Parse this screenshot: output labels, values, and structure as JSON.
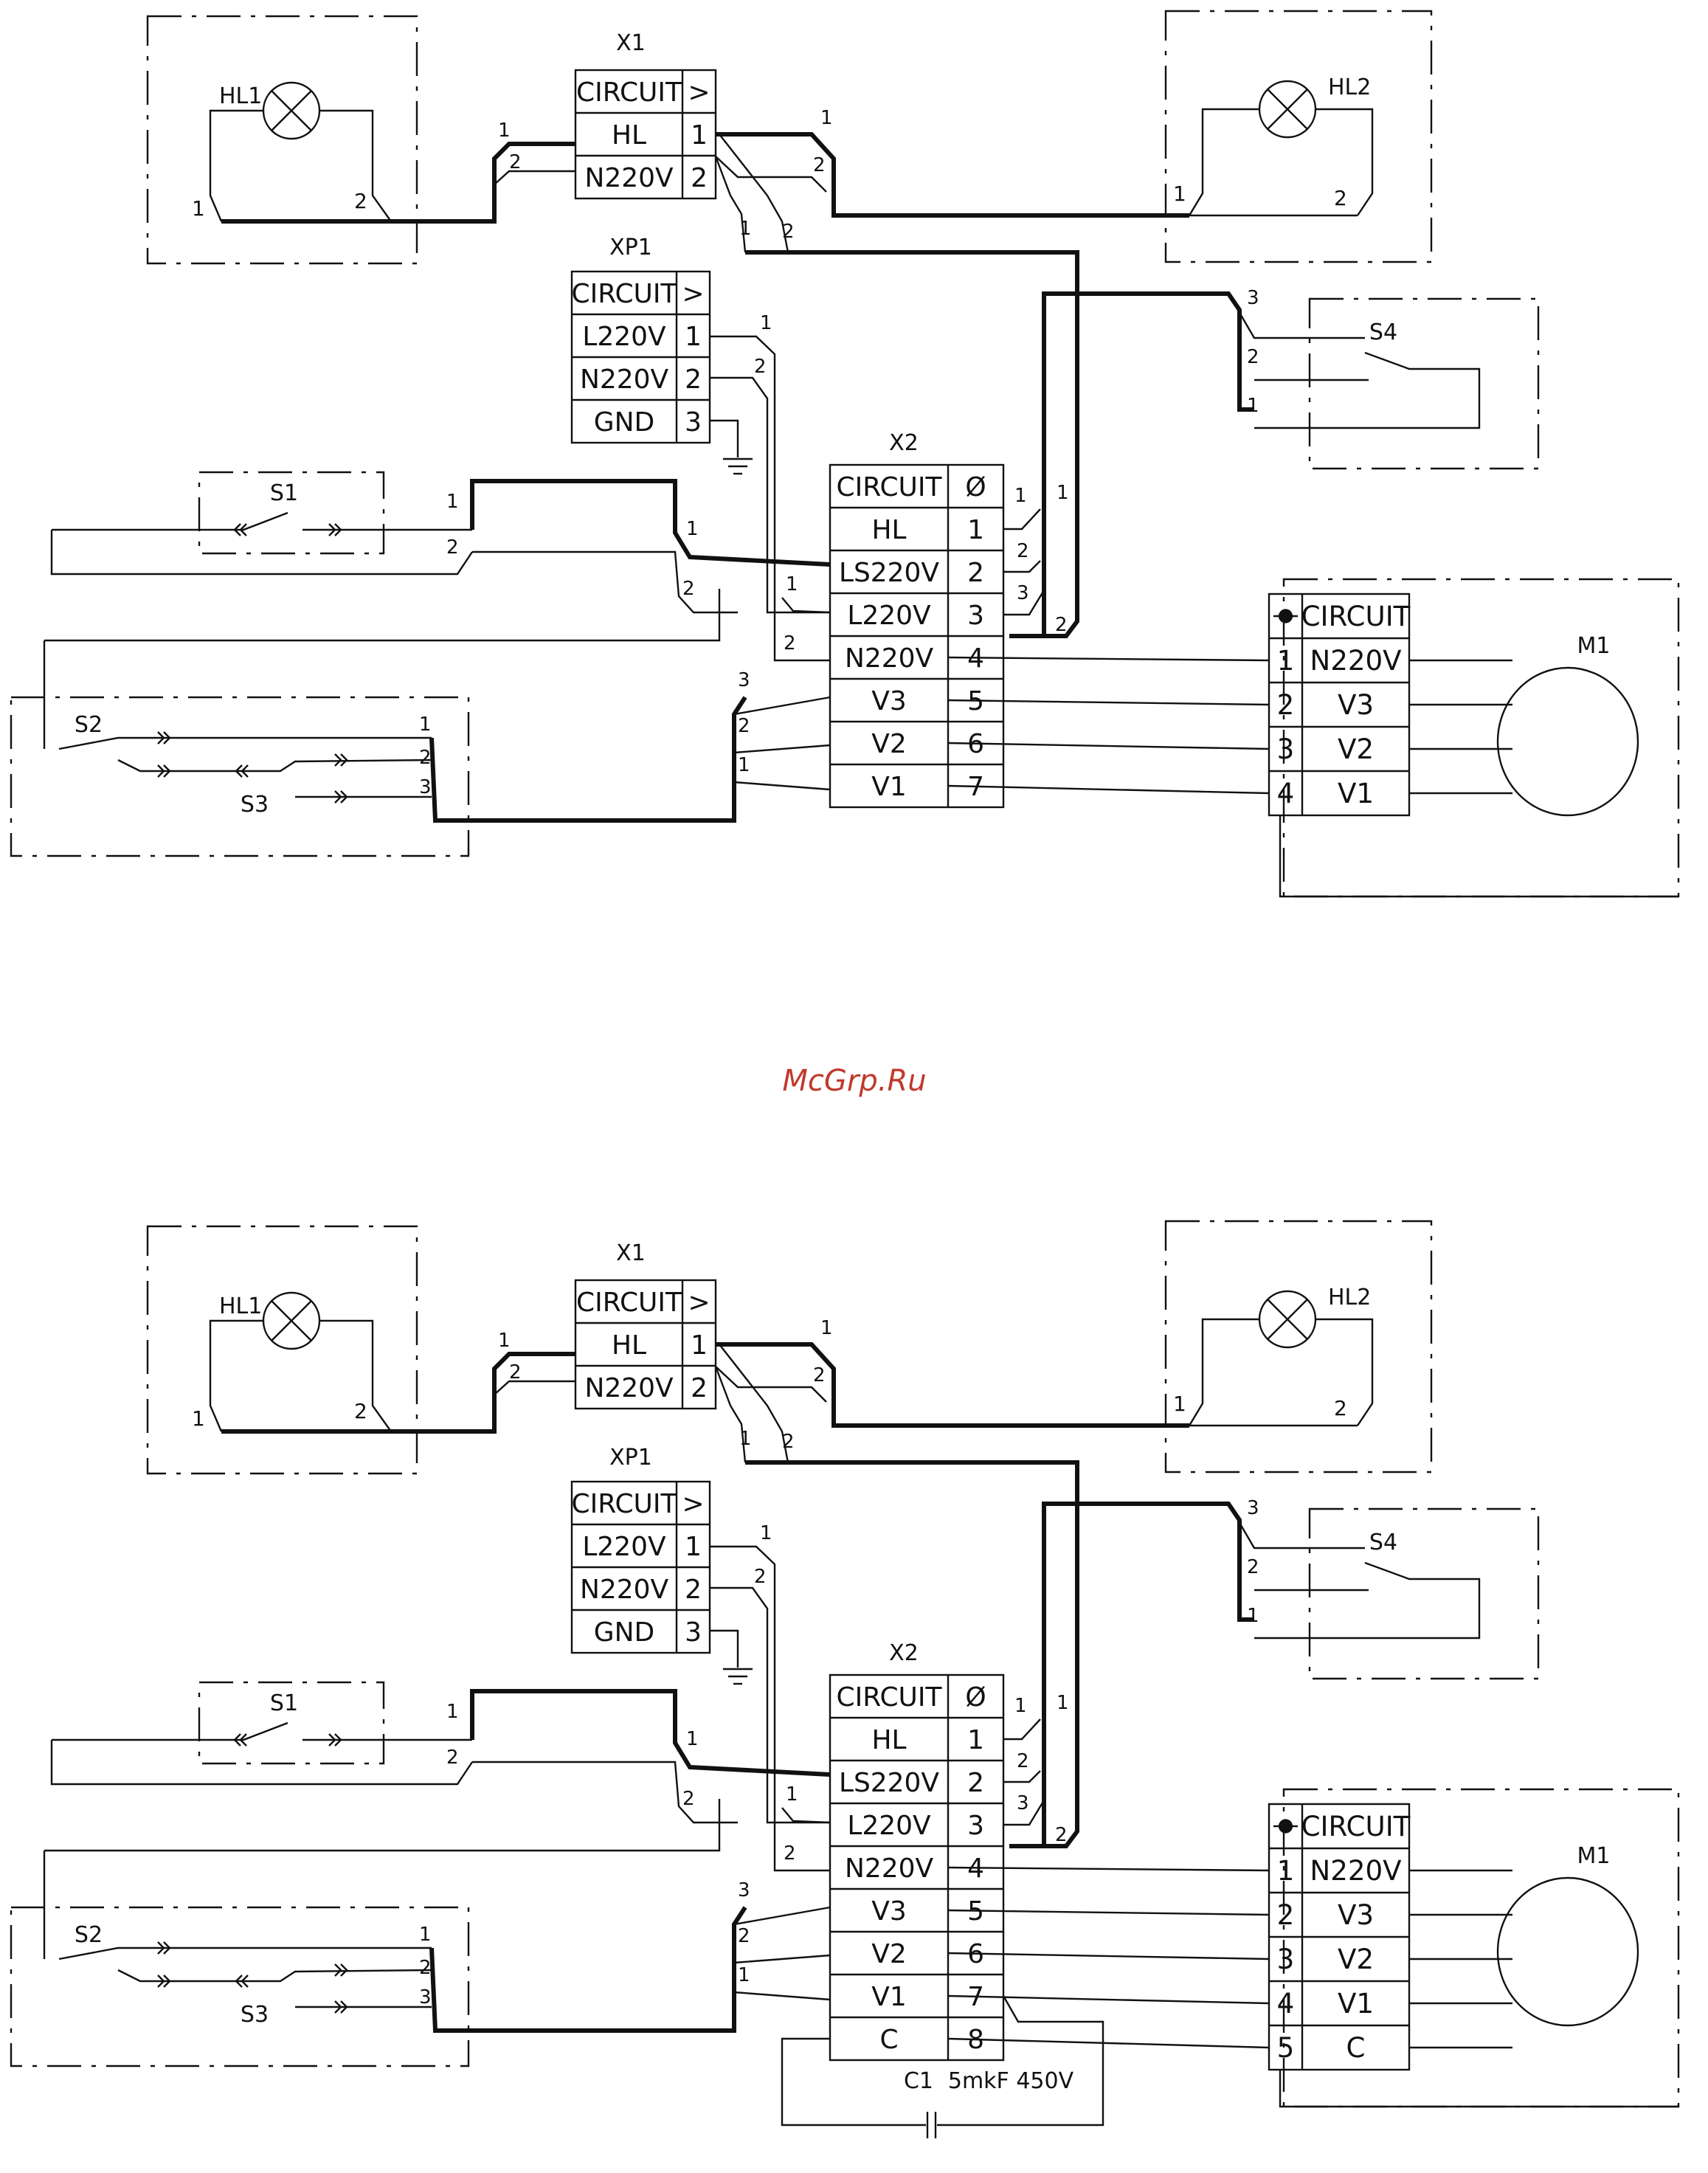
{
  "watermark": "McGrp.Ru",
  "diagram_top": {
    "x1": {
      "name": "X1",
      "header": "CIRCUIT",
      "header_sym": ">",
      "rows": [
        {
          "label": "HL",
          "pin": "1"
        },
        {
          "label": "N220V",
          "pin": "2"
        }
      ]
    },
    "xp1": {
      "name": "XP1",
      "header": "CIRCUIT",
      "header_sym": ">",
      "rows": [
        {
          "label": "L220V",
          "pin": "1"
        },
        {
          "label": "N220V",
          "pin": "2"
        },
        {
          "label": "GND",
          "pin": "3"
        }
      ]
    },
    "x2": {
      "name": "X2",
      "header": "CIRCUIT",
      "header_sym": "Ø",
      "rows": [
        {
          "label": "HL",
          "pin": "1"
        },
        {
          "label": "LS220V",
          "pin": "2"
        },
        {
          "label": "L220V",
          "pin": "3"
        },
        {
          "label": "N220V",
          "pin": "4"
        },
        {
          "label": "V3",
          "pin": "5"
        },
        {
          "label": "V2",
          "pin": "6"
        },
        {
          "label": "V1",
          "pin": "7"
        }
      ]
    },
    "motor": {
      "name": "M1",
      "header": "CIRCUIT",
      "rows": [
        {
          "label": "N220V",
          "pin": "1"
        },
        {
          "label": "V3",
          "pin": "2"
        },
        {
          "label": "V2",
          "pin": "3"
        },
        {
          "label": "V1",
          "pin": "4"
        }
      ]
    },
    "hl1": "HL1",
    "hl2": "HL2",
    "s1": "S1",
    "s2": "S2",
    "s3": "S3",
    "s4": "S4",
    "n1": "1",
    "n2": "2",
    "n3": "3"
  },
  "diagram_bottom": {
    "x1": {
      "name": "X1",
      "header": "CIRCUIT",
      "header_sym": ">",
      "rows": [
        {
          "label": "HL",
          "pin": "1"
        },
        {
          "label": "N220V",
          "pin": "2"
        }
      ]
    },
    "xp1": {
      "name": "XP1",
      "header": "CIRCUIT",
      "header_sym": ">",
      "rows": [
        {
          "label": "L220V",
          "pin": "1"
        },
        {
          "label": "N220V",
          "pin": "2"
        },
        {
          "label": "GND",
          "pin": "3"
        }
      ]
    },
    "x2": {
      "name": "X2",
      "header": "CIRCUIT",
      "header_sym": "Ø",
      "rows": [
        {
          "label": "HL",
          "pin": "1"
        },
        {
          "label": "LS220V",
          "pin": "2"
        },
        {
          "label": "L220V",
          "pin": "3"
        },
        {
          "label": "N220V",
          "pin": "4"
        },
        {
          "label": "V3",
          "pin": "5"
        },
        {
          "label": "V2",
          "pin": "6"
        },
        {
          "label": "V1",
          "pin": "7"
        },
        {
          "label": "C",
          "pin": "8"
        }
      ]
    },
    "motor": {
      "name": "M1",
      "header": "CIRCUIT",
      "rows": [
        {
          "label": "N220V",
          "pin": "1"
        },
        {
          "label": "V3",
          "pin": "2"
        },
        {
          "label": "V2",
          "pin": "3"
        },
        {
          "label": "V1",
          "pin": "4"
        },
        {
          "label": "C",
          "pin": "5"
        }
      ]
    },
    "hl1": "HL1",
    "hl2": "HL2",
    "s1": "S1",
    "s2": "S2",
    "s3": "S3",
    "s4": "S4",
    "c1": "C1",
    "c1_value": "5mkF 450V",
    "n1": "1",
    "n2": "2",
    "n3": "3"
  }
}
